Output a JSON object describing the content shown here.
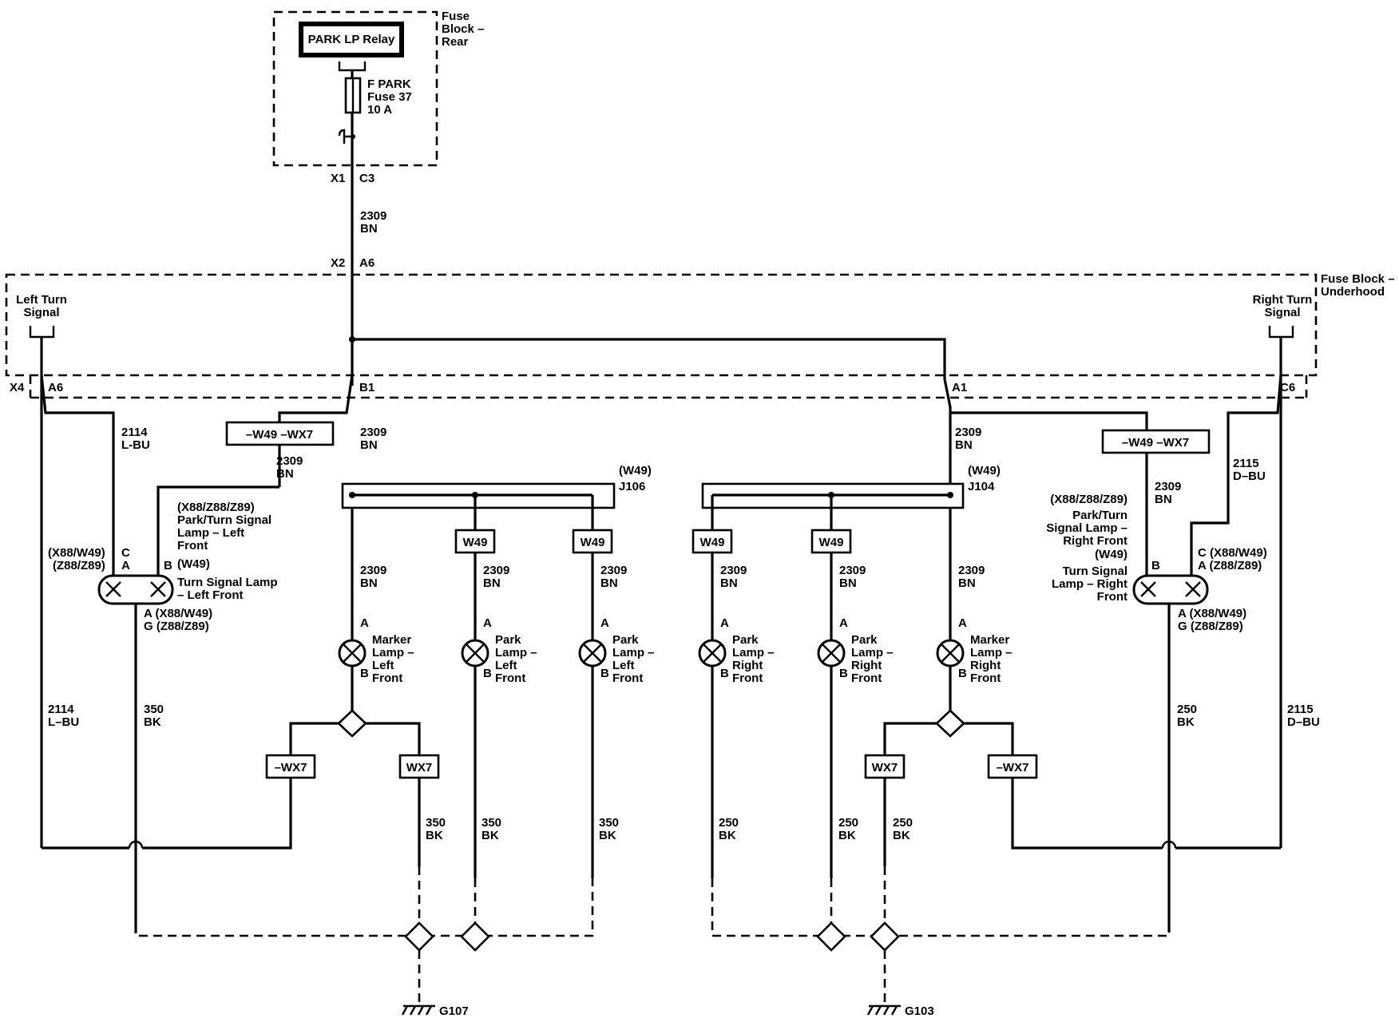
{
  "fuse_block_rear": {
    "label": [
      "Fuse",
      "Block –",
      "Rear"
    ],
    "relay": "PARK LP Relay",
    "fuse": [
      "F PARK",
      "Fuse 37",
      "10 A"
    ],
    "conn_x1": "X1",
    "conn_c3": "C3"
  },
  "fuse_block_underhood": {
    "label": [
      "Fuse Block –",
      "Underhood"
    ],
    "conn_x2": "X2",
    "conn_a6": "A6",
    "conn_x4": "X4",
    "left_turn_signal": [
      "Left Turn",
      "Signal"
    ],
    "right_turn_signal": [
      "Right Turn",
      "Signal"
    ],
    "pin_a6": "A6",
    "pin_b1": "B1",
    "pin_a1": "A1",
    "pin_c6": "C6"
  },
  "wires": {
    "w2309": [
      "2309",
      "BN"
    ],
    "w2114": [
      "2114",
      "L-BU"
    ],
    "w2114b": [
      "2114",
      "L–BU"
    ],
    "w2115": [
      "2115",
      "D–BU"
    ],
    "w350": [
      "350",
      "BK"
    ],
    "w250": [
      "250",
      "BK"
    ]
  },
  "options": {
    "w49_wx7_neg": "–W49 –WX7",
    "w49": "W49",
    "wx7": "WX7",
    "wx7_neg": "–WX7",
    "w49_paren": "(W49)"
  },
  "splices": {
    "left": "J106",
    "right": "J104"
  },
  "left_turn_lamp": {
    "conn_top": [
      "C",
      "A"
    ],
    "conn_top_opts": [
      "(X88/W49)",
      "(Z88/Z89)"
    ],
    "pin_b": "B",
    "desc": [
      "(X88/Z88/Z89)",
      "Park/Turn Signal",
      "Lamp – Left",
      "Front",
      "(W49)",
      "Turn Signal Lamp",
      "– Left Front"
    ],
    "conn_bottom": [
      "A (X88/W49)",
      "G (Z88/Z89)"
    ]
  },
  "right_turn_lamp": {
    "conn_top": [
      "C (X88/W49)",
      "A (Z88/Z89)"
    ],
    "pin_b": "B",
    "desc": [
      "(X88/Z88/Z89)",
      "Park/Turn",
      "Signal Lamp –",
      "Right Front",
      "(W49)",
      "Turn Signal",
      "Lamp – Right",
      "Front"
    ],
    "conn_bottom": [
      "A (X88/W49)",
      "G (Z88/Z89)"
    ]
  },
  "lamps": [
    {
      "name": [
        "Marker",
        "Lamp –",
        "Left",
        "Front"
      ]
    },
    {
      "name": [
        "Park",
        "Lamp –",
        "Left",
        "Front"
      ]
    },
    {
      "name": [
        "Park",
        "Lamp –",
        "Left",
        "Front"
      ]
    },
    {
      "name": [
        "Park",
        "Lamp –",
        "Right",
        "Front"
      ]
    },
    {
      "name": [
        "Park",
        "Lamp –",
        "Right",
        "Front"
      ]
    },
    {
      "name": [
        "Marker",
        "Lamp –",
        "Right",
        "Front"
      ]
    }
  ],
  "pin_a": "A",
  "pin_b": "B",
  "grounds": {
    "left": "G107",
    "right": "G103"
  }
}
